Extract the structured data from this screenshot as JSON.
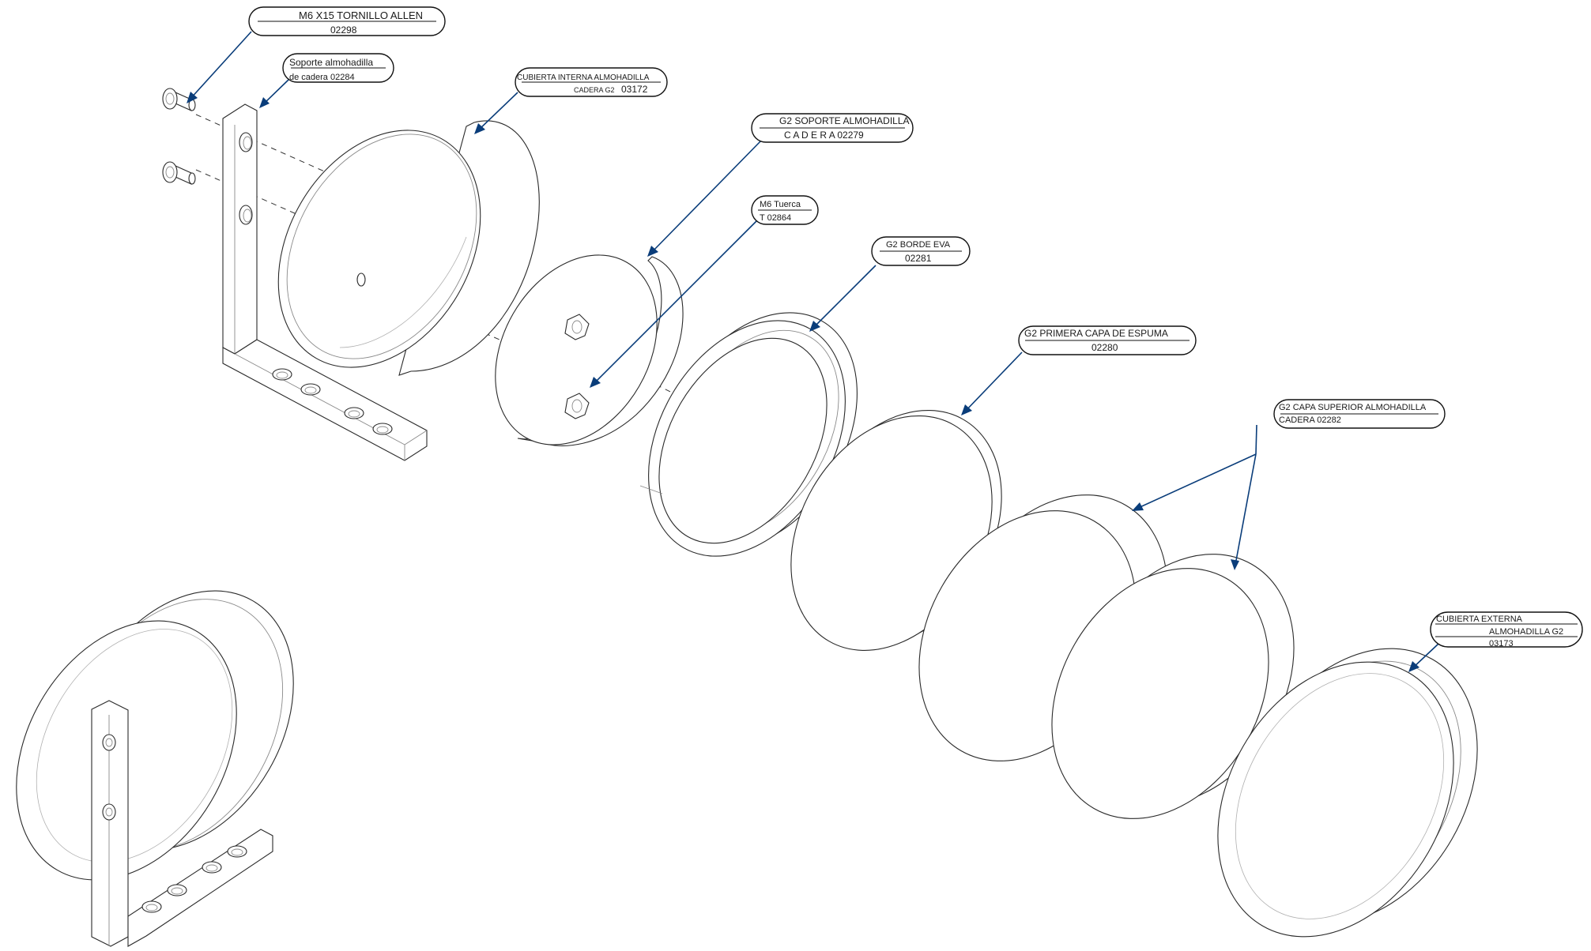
{
  "callouts": [
    {
      "id": "tornillo",
      "line1": "M6 X15 TORNILLO ALLEN",
      "line2": "02298"
    },
    {
      "id": "soporte-cadera",
      "line1": "Soporte almohadilla",
      "line2": "de  cadera 02284"
    },
    {
      "id": "cubierta-interna",
      "line1": "CUBIERTA INTERNA ALMOHADILLA",
      "line2a": "CADERA G2",
      "line2b": "03172"
    },
    {
      "id": "g2-soporte",
      "line1": "G2 SOPORTE ALMOHADILLA",
      "line2": "C A D E R A   02279"
    },
    {
      "id": "tuerca",
      "line1": "M6 Tuerca",
      "line2": "T 02864"
    },
    {
      "id": "borde-eva",
      "line1": "G2 BORDE EVA",
      "line2": "02281"
    },
    {
      "id": "primera-capa",
      "line1": "G2 PRIMERA CAPA DE ESPUMA",
      "line2": "02280"
    },
    {
      "id": "capa-superior",
      "line1": "G2 CAPA SUPERIOR ALMOHADILLA",
      "line2": "CADERA 02282"
    },
    {
      "id": "cubierta-externa",
      "line1": "CUBIERTA  EXTERNA",
      "line2": "ALMOHADILLA  G2",
      "line3": "03173"
    }
  ],
  "colors": {
    "leader": "#0a3d7a",
    "outline": "#2a2a2a"
  }
}
